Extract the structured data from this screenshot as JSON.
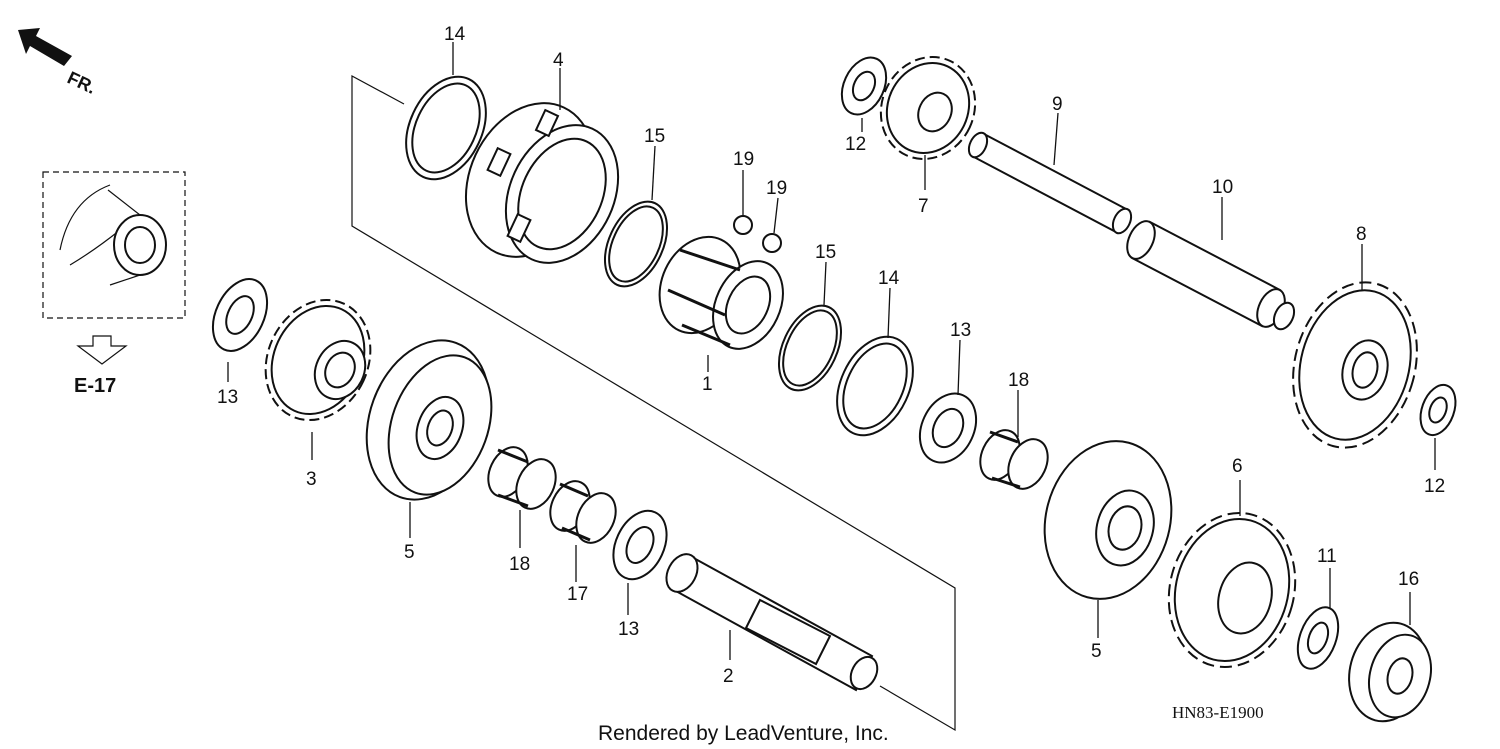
{
  "direction": {
    "label": "FR."
  },
  "reference": {
    "label": "E-17"
  },
  "diagram_code": "HN83-E1900",
  "credit": "Rendered by LeadVenture, Inc.",
  "callouts": {
    "c1": "1",
    "c2": "2",
    "c3": "3",
    "c4": "4",
    "c5a": "5",
    "c5b": "5",
    "c6": "6",
    "c7": "7",
    "c8": "8",
    "c9": "9",
    "c10": "10",
    "c11": "11",
    "c12a": "12",
    "c12b": "12",
    "c13a": "13",
    "c13b": "13",
    "c13c": "13",
    "c14a": "14",
    "c14b": "14",
    "c15a": "15",
    "c15b": "15",
    "c16": "16",
    "c17": "17",
    "c18a": "18",
    "c18b": "18",
    "c19a": "19",
    "c19b": "19"
  },
  "colors": {
    "ink": "#111111",
    "paper": "#ffffff"
  }
}
